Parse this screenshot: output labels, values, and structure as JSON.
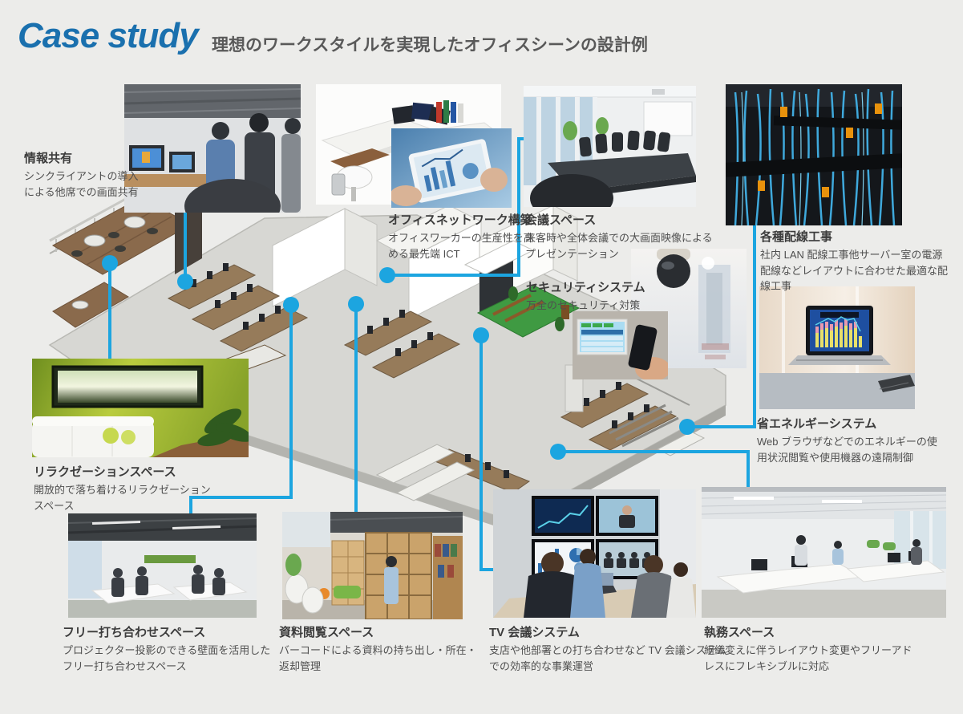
{
  "page": {
    "title": "Case study",
    "subtitle": "理想のワークスタイルを実現したオフィスシーンの設計例"
  },
  "colors": {
    "title_accent": "#1a70ae",
    "connector_blue": "#1ca5e0",
    "background": "#ececea"
  },
  "callouts": [
    {
      "id": "information-sharing",
      "title": "情報共有",
      "description": "シンクライアントの導入\nによる他席での画面共有"
    },
    {
      "id": "office-network",
      "title": "オフィスネットワーク構築",
      "description": "オフィスワーカーの生産性を高\nめる最先端 ICT"
    },
    {
      "id": "meeting-space",
      "title": "会議スペース",
      "description": "来客時や全体会議での大画面映像による\nプレゼンテーション"
    },
    {
      "id": "wiring-works",
      "title": "各種配線工事",
      "description": "社内 LAN 配線工事他サーバー室の電源\n配線などレイアウトに合わせた最適な配\n線工事"
    },
    {
      "id": "security-system",
      "title": "セキュリティシステム",
      "description": "万全のセキュリティ対策"
    },
    {
      "id": "energy-saving-system",
      "title": "省エネルギーシステム",
      "description": "Web ブラウザなどでのエネルギーの使\n用状況閲覧や使用機器の遠隔制御"
    },
    {
      "id": "relaxation-space",
      "title": "リラクゼーションスペース",
      "description": "開放的で落ち着けるリラクゼーション\nスペース"
    },
    {
      "id": "free-meeting-space",
      "title": "フリー打ち合わせスペース",
      "description": "プロジェクター投影のできる壁面を活用した\nフリー打ち合わせスペース"
    },
    {
      "id": "document-browsing-space",
      "title": "資料閲覧スペース",
      "description": "バーコードによる資料の持ち出し・所在・\n返却管理"
    },
    {
      "id": "tv-conference-system",
      "title": "TV 会議システム",
      "description": "支店や他部署との打ち合わせなど TV 会議システム\nでの効率的な事業運営"
    },
    {
      "id": "work-space",
      "title": "執務スペース",
      "description": "組織変えに伴うレイアウト変更やフリーアド\nレスにフレキシブルに対応"
    }
  ]
}
